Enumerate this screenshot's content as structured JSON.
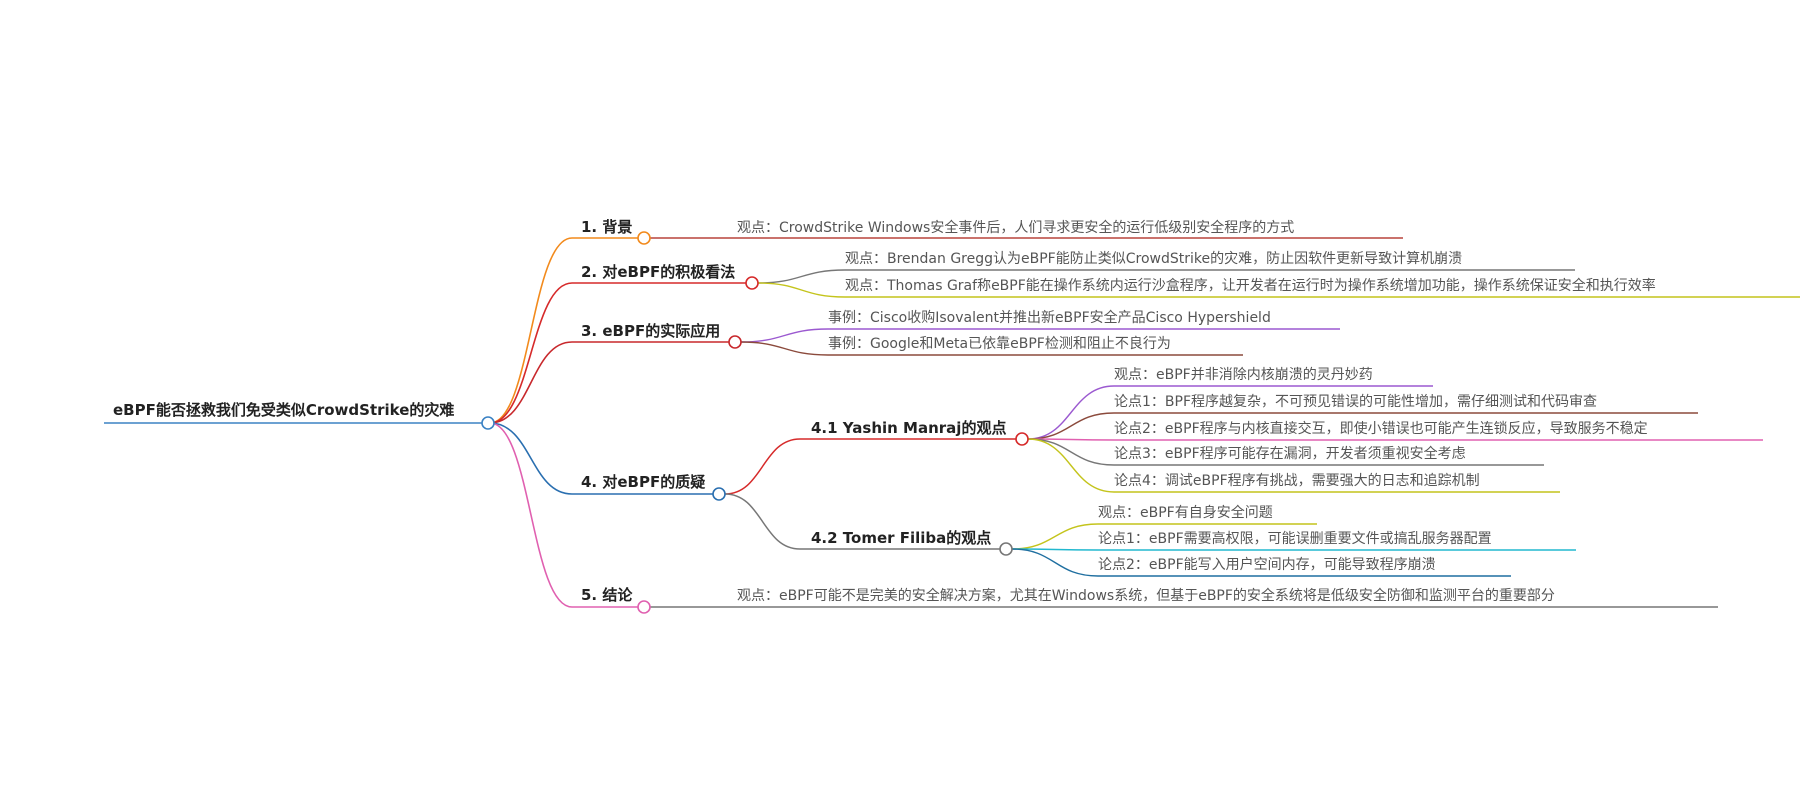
{
  "mindmap": {
    "root": {
      "label": "eBPF能否拯救我们免受类似CrowdStrike的灾难",
      "color": "#3b82c4"
    },
    "branches": [
      {
        "label": "1. 背景",
        "color": "#f28a1c",
        "children": [
          {
            "label": "观点：CrowdStrike Windows安全事件后，人们寻求更安全的运行低级别安全程序的方式",
            "color": "#b8443c"
          }
        ]
      },
      {
        "label": "2. 对eBPF的积极看法",
        "color": "#d62a2a",
        "children": [
          {
            "label": "观点：Brendan Gregg认为eBPF能防止类似CrowdStrike的灾难，防止因软件更新导致计算机崩溃",
            "color": "#777777"
          },
          {
            "label": "观点：Thomas Graf称eBPF能在操作系统内运行沙盒程序，让开发者在运行时为操作系统增加功能，操作系统保证安全和执行效率",
            "color": "#c4c41c"
          }
        ]
      },
      {
        "label": "3. eBPF的实际应用",
        "color": "#c8282c",
        "children": [
          {
            "label": "事例：Cisco收购Isovalent并推出新eBPF安全产品Cisco Hypershield",
            "color": "#9b59d0"
          },
          {
            "label": "事例：Google和Meta已依靠eBPF检测和阻止不良行为",
            "color": "#8b4a3c"
          }
        ]
      },
      {
        "label": "4. 对eBPF的质疑",
        "color": "#2a6fb0",
        "children": [
          {
            "label": "4.1 Yashin Manraj的观点",
            "color": "#d62a2a",
            "children": [
              {
                "label": "观点：eBPF并非消除内核崩溃的灵丹妙药",
                "color": "#9b59d0"
              },
              {
                "label": "论点1：BPF程序越复杂，不可预见错误的可能性增加，需仔细测试和代码审查",
                "color": "#8b4a3c"
              },
              {
                "label": "论点2：eBPF程序与内核直接交互，即使小错误也可能产生连锁反应，导致服务不稳定",
                "color": "#e060b0"
              },
              {
                "label": "论点3：eBPF程序可能存在漏洞，开发者须重视安全考虑",
                "color": "#777777"
              },
              {
                "label": "论点4：调试eBPF程序有挑战，需要强大的日志和追踪机制",
                "color": "#c4c41c"
              }
            ]
          },
          {
            "label": "4.2 Tomer Filiba的观点",
            "color": "#777777",
            "children": [
              {
                "label": "观点：eBPF有自身安全问题",
                "color": "#c4c41c"
              },
              {
                "label": "论点1：eBPF需要高权限，可能误删重要文件或搞乱服务器配置",
                "color": "#22b8cf"
              },
              {
                "label": "论点2：eBPF能写入用户空间内存，可能导致程序崩溃",
                "color": "#1f6fa0"
              }
            ]
          }
        ]
      },
      {
        "label": "5. 结论",
        "color": "#e060b0",
        "children": [
          {
            "label": "观点：eBPF可能不是完美的安全解决方案，尤其在Windows系统，但基于eBPF的安全系统将是低级安全防御和监测平台的重要部分",
            "color": "#777777"
          }
        ]
      }
    ]
  }
}
